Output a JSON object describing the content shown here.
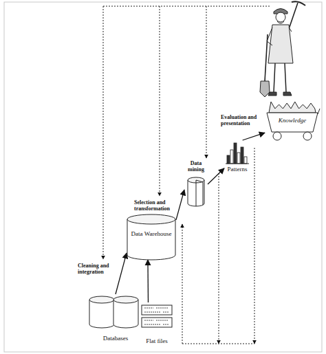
{
  "diagram": {
    "nodes": [
      {
        "text": [
          "Databases"
        ]
      },
      {
        "text": [
          "Flat files"
        ]
      },
      {
        "text": [
          "Data Warehouse"
        ]
      },
      {
        "text": [
          "Data mining"
        ]
      },
      {
        "text": [
          "Patterns"
        ]
      },
      {
        "text": [
          "Knowledge"
        ]
      }
    ],
    "edges": [
      {
        "from": 0,
        "to": 2,
        "arrow": "to",
        "label": "Cleaning and integration"
      },
      {
        "from": 1,
        "to": 2,
        "arrow": "to"
      },
      {
        "from": 2,
        "to": 3,
        "arrow": "to",
        "label": "Selection and transformation"
      },
      {
        "from": 3,
        "to": 4,
        "arrow": "to"
      },
      {
        "from": 4,
        "to": 5,
        "arrow": "to",
        "label": "Evaluation and presentation"
      }
    ]
  }
}
